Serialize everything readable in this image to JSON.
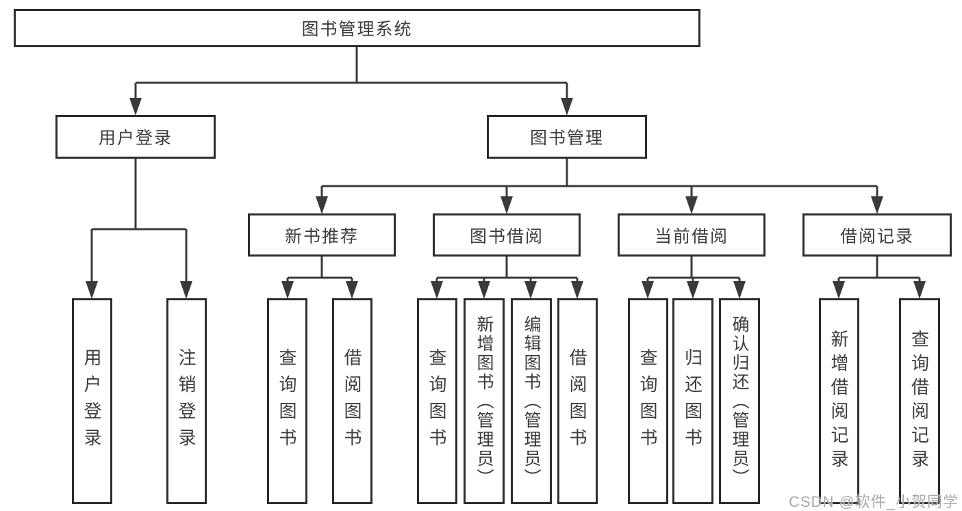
{
  "watermark": "CSDN @软件_小贺同学",
  "colors": {
    "line": "#3a3a3a",
    "border": "#2d2d2d",
    "text": "#3c3c3c",
    "watermark": "#a8a8a8"
  },
  "tree": {
    "label": "图书管理系统",
    "children": [
      {
        "label": "用户登录",
        "children": [
          {
            "label": "用户登录"
          },
          {
            "label": "注销登录"
          }
        ]
      },
      {
        "label": "图书管理",
        "children": [
          {
            "label": "新书推荐",
            "children": [
              {
                "label": "查询图书"
              },
              {
                "label": "借阅图书"
              }
            ]
          },
          {
            "label": "图书借阅",
            "children": [
              {
                "label": "查询图书"
              },
              {
                "label": "新增图书（管理员）"
              },
              {
                "label": "编辑图书（管理员）"
              },
              {
                "label": "借阅图书"
              }
            ]
          },
          {
            "label": "当前借阅",
            "children": [
              {
                "label": "查询图书"
              },
              {
                "label": "归还图书"
              },
              {
                "label": "确认归还（管理员）"
              }
            ]
          },
          {
            "label": "借阅记录",
            "children": [
              {
                "label": "新增借阅记录"
              },
              {
                "label": "查询借阅记录"
              }
            ]
          }
        ]
      }
    ]
  }
}
